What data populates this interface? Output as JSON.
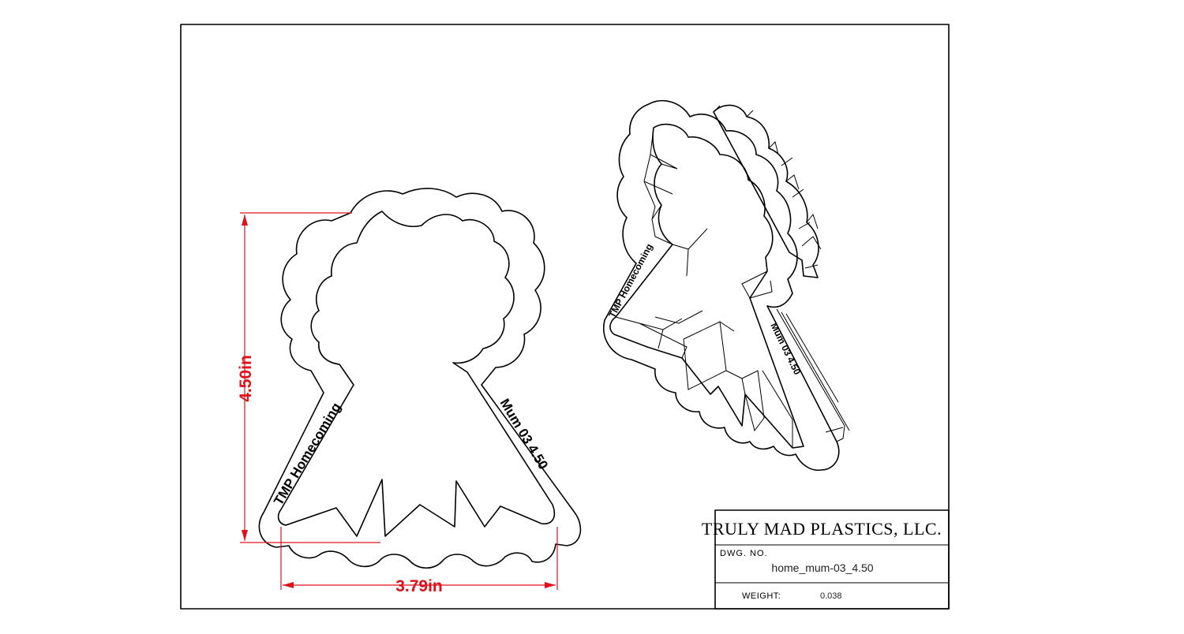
{
  "drawing": {
    "dimensions": {
      "height_label": "4.50in",
      "width_label": "3.79in"
    },
    "engraving": {
      "left_strip": "TMP Homecoming",
      "right_strip": "Mum 03  4.50"
    },
    "title_block": {
      "company": "TRULY MAD PLASTICS, LLC.",
      "dwg_no_label": "DWG. NO.",
      "dwg_no_value": "home_mum-03_4.50",
      "weight_label": "WEIGHT:",
      "weight_value": "0.038"
    },
    "colors": {
      "dimension": "#e0101a",
      "line": "#000000"
    }
  }
}
